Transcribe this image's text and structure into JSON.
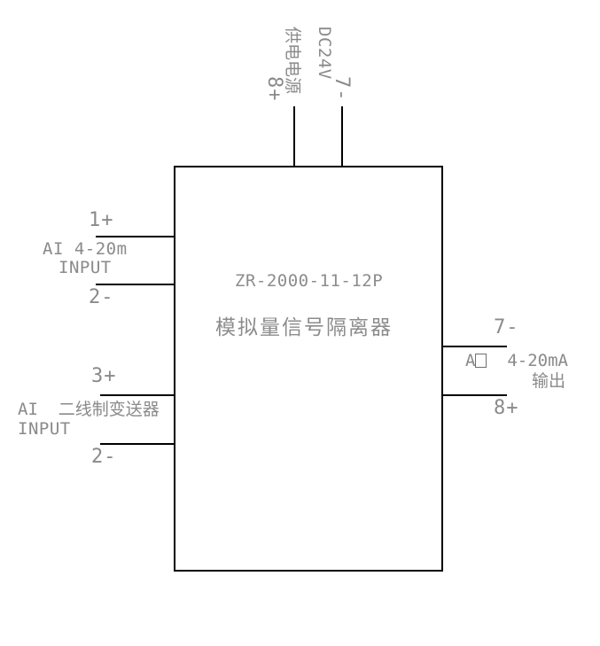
{
  "diagram": {
    "device": {
      "model": "ZR-2000-11-12P",
      "name": "模拟量信号隔离器"
    },
    "power": {
      "terminal_positive": "8+",
      "terminal_negative": "7-",
      "voltage_label": "DC24V",
      "supply_label": "供电电源"
    },
    "input_channel_1": {
      "terminal_positive": "1+",
      "terminal_negative": "2-",
      "signal_label": "AI  4-20m",
      "type_label": "INPUT"
    },
    "input_channel_2": {
      "terminal_positive": "3+",
      "terminal_negative": "2-",
      "signal_prefix": "AI",
      "signal_label": "二线制变送器",
      "type_label": "INPUT"
    },
    "output_channel": {
      "terminal_negative": "7-",
      "terminal_positive": "8+",
      "signal_prefix": "A",
      "signal_label": "4-20mA",
      "direction_label": "输出"
    },
    "colors": {
      "line": "#000000",
      "text": "#8a8a8a",
      "background": "#ffffff"
    }
  }
}
